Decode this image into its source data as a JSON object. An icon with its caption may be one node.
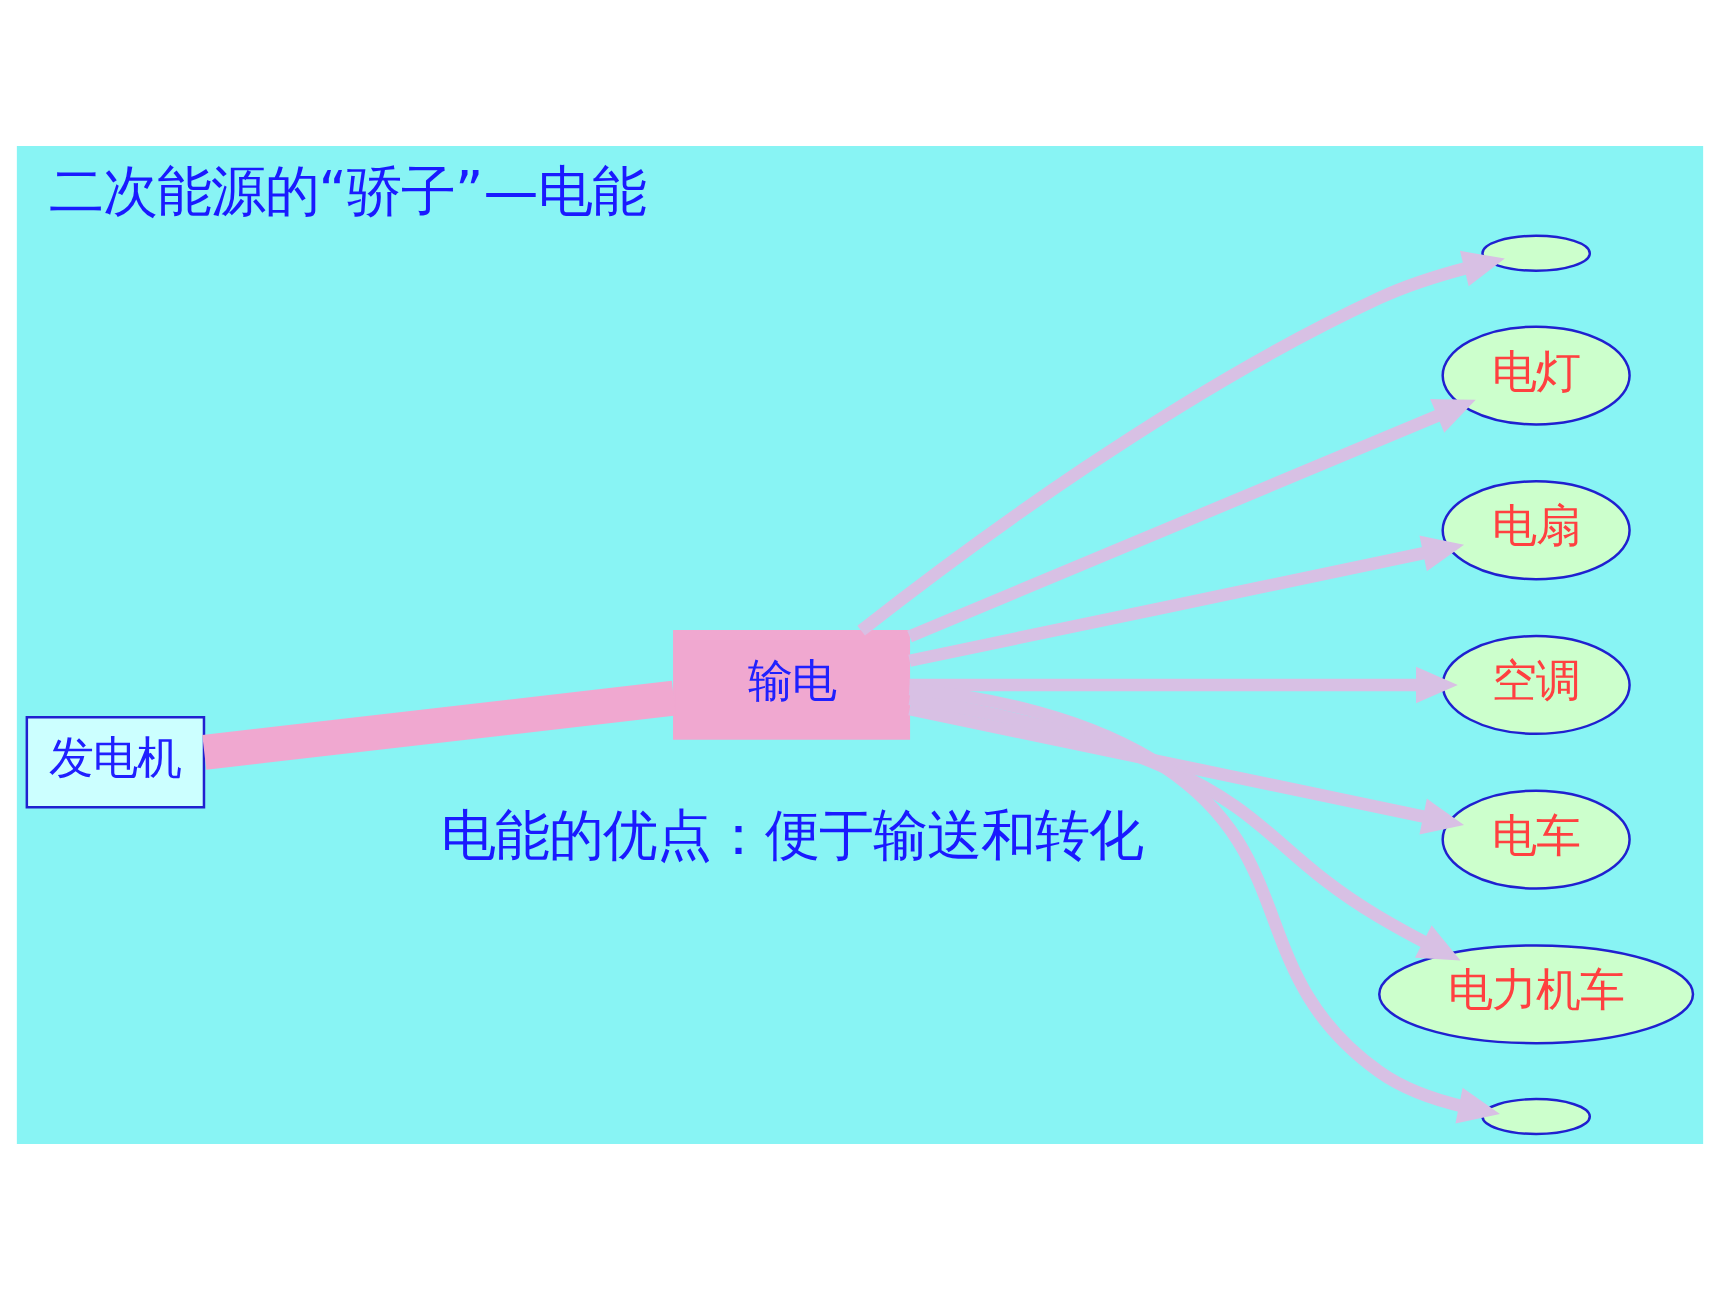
{
  "diagram": {
    "title": "二次能源的“骄子”—电能",
    "caption": "电能的优点：便于输送和转化",
    "nodes": [
      {
        "text": [
          "发电机"
        ]
      },
      {
        "text": [
          "输电"
        ]
      },
      {
        "text": [],
        "shape": "ellipse"
      },
      {
        "text": [
          "电灯"
        ]
      },
      {
        "text": [
          "电扇"
        ]
      },
      {
        "text": [
          "空调"
        ]
      },
      {
        "text": [
          "电车"
        ]
      },
      {
        "text": [
          "电力机车"
        ]
      },
      {
        "text": [],
        "shape": "ellipse"
      }
    ],
    "edges": [
      {
        "from": 0,
        "to": 1,
        "arrow": "none",
        "style": "thick",
        "color": "#f0a8d0"
      },
      {
        "from": 1,
        "to": 2,
        "arrow": "to"
      },
      {
        "from": 1,
        "to": 3,
        "arrow": "to"
      },
      {
        "from": 1,
        "to": 4,
        "arrow": "to"
      },
      {
        "from": 1,
        "to": 5,
        "arrow": "to"
      },
      {
        "from": 1,
        "to": 6,
        "arrow": "to"
      },
      {
        "from": 1,
        "to": 7,
        "arrow": "to"
      },
      {
        "from": 1,
        "to": 8,
        "arrow": "to"
      }
    ]
  }
}
